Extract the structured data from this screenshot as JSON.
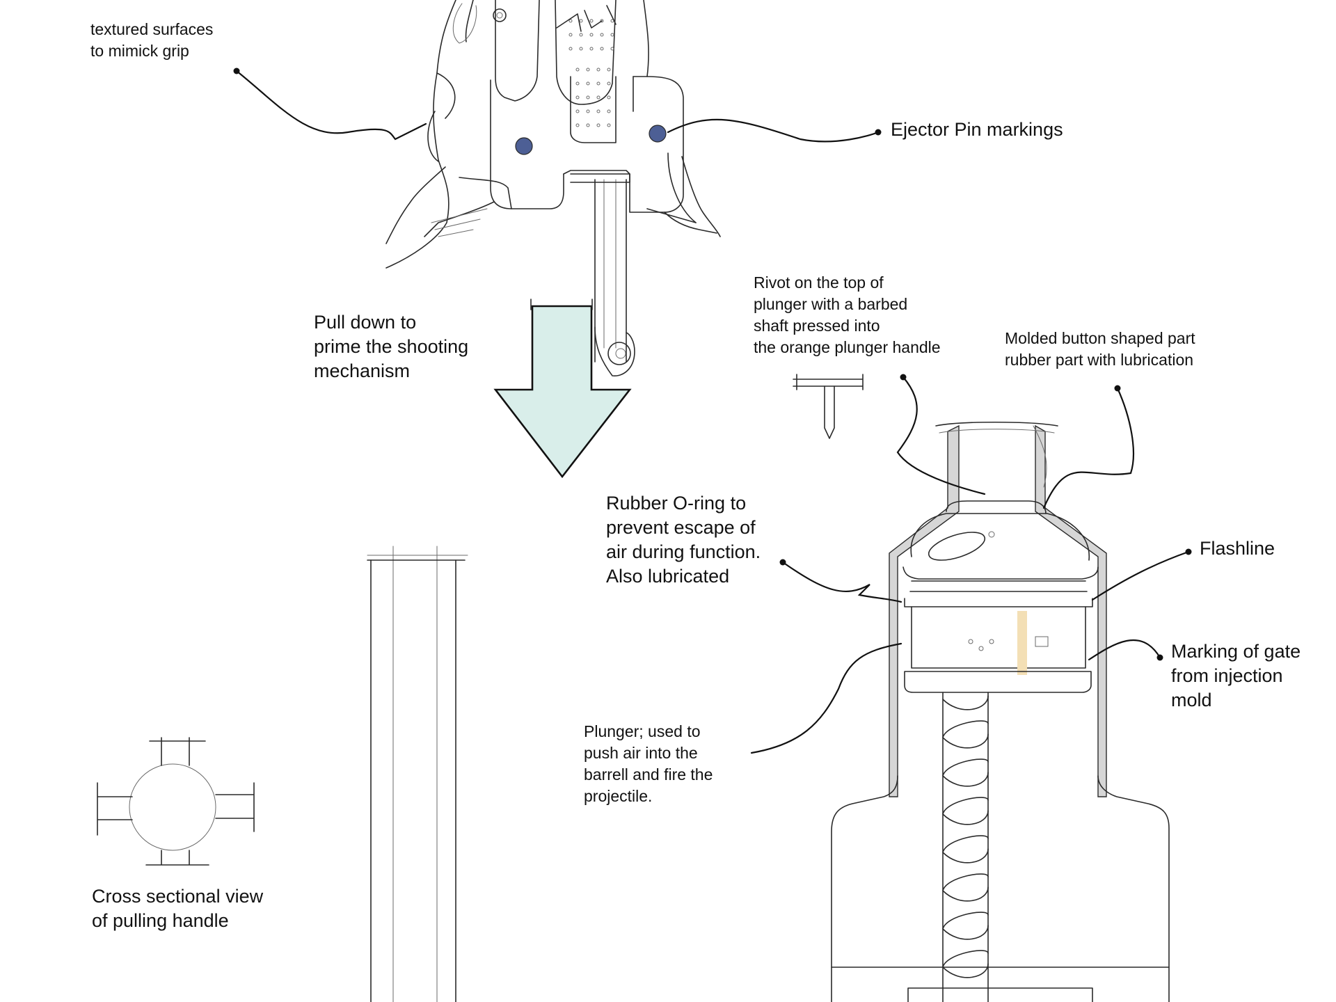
{
  "colors": {
    "arrow_fill": "#d9eeea",
    "ejector_pin": "#4d5f95",
    "wall_gray": "#d6d6d6",
    "flashline_mark": "#f3dfb5"
  },
  "annotations": {
    "textured_surfaces": "textured surfaces\nto mimick grip",
    "ejector_pin": "Ejector Pin markings",
    "pull_down": "Pull down to\nprime the shooting\nmechanism",
    "rivot": "Rivot on the top of\nplunger with a barbed\nshaft pressed into\nthe orange plunger handle",
    "molded_button": "Molded button shaped part\nrubber part with lubrication",
    "o_ring": "Rubber O-ring to\nprevent escape of\nair during function.\nAlso lubricated",
    "flashline": "Flashline",
    "gate_marking": "Marking of gate\nfrom injection\nmold",
    "plunger": "Plunger; used to\npush air into the\nbarrell and fire the\nprojectile.",
    "cross_section": "Cross sectional view\nof pulling handle"
  }
}
